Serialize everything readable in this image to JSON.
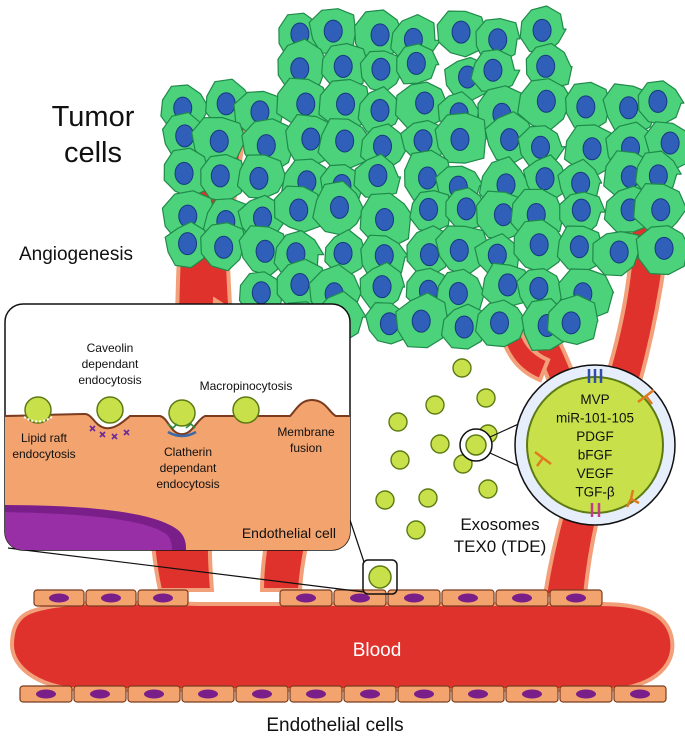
{
  "labels": {
    "tumor_line1": "Tumor",
    "tumor_line2": "cells",
    "angiogenesis": "Angiogenesis",
    "blood": "Blood",
    "endothelial_cells": "Endothelial cells",
    "exosomes_line1": "Exosomes",
    "exosomes_line2": "TEX0 (TDE)"
  },
  "inset": {
    "caveolin_line1": "Caveolin",
    "caveolin_line2": "dependant",
    "caveolin_line3": "endocytosis",
    "macropinocytosis": "Macropinocytosis",
    "lipid_line1": "Lipid raft",
    "lipid_line2": "endocytosis",
    "clatherin_line1": "Clatherin",
    "clatherin_line2": "dependant",
    "clatherin_line3": "endocytosis",
    "membrane_line1": "Membrane",
    "membrane_line2": "fusion",
    "endothelial_cell": "Endothelial cell"
  },
  "exosome_cargo": [
    "MVP",
    "miR-101-105",
    "PDGF",
    "bFGF",
    "VEGF",
    "TGF-β"
  ],
  "colors": {
    "vessel": "#e0322c",
    "vessel_outline": "#f2a07a",
    "tumor_cell": "#4cd27a",
    "tumor_nucleus": "#2f5fb8",
    "exosome": "#c8e04a",
    "endothelial": "#f2a36e",
    "endo_nucleus": "#7a1f8a"
  }
}
